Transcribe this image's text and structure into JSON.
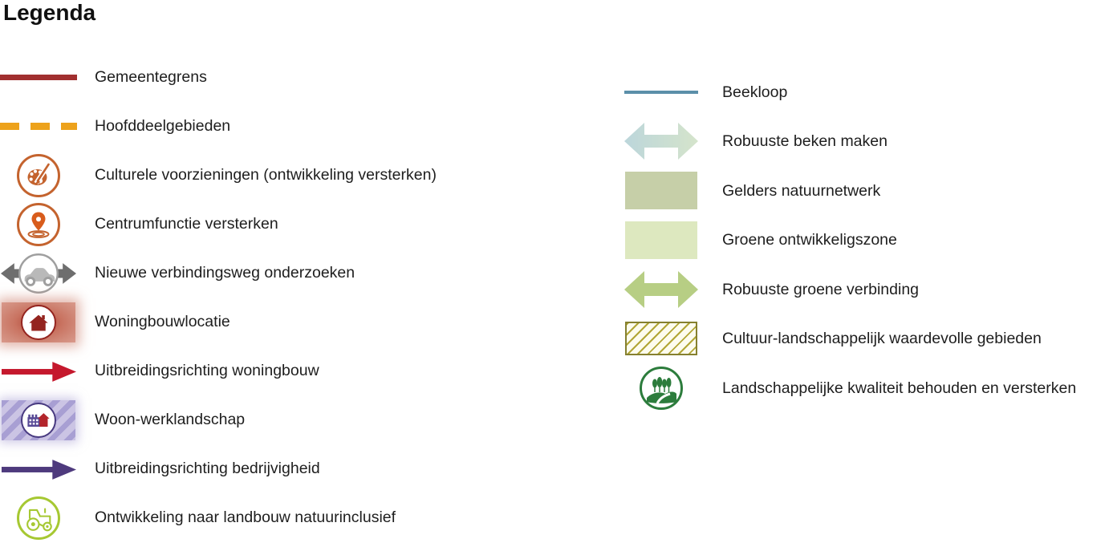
{
  "title": "Legenda",
  "colors": {
    "municipal_border": "#a12f2f",
    "main_areas_dash": "#eda21b",
    "orange_icon_ring": "#c4632e",
    "pin_orange": "#d85c1c",
    "gray_arrow": "#6e6e6e",
    "housing_fill": "#d18a7a",
    "housing_dark_red": "#94241f",
    "red_arrow": "#c5182d",
    "purple_stripe_dark": "#a89fd3",
    "purple_stripe_light": "#cbc4e4",
    "purple_ring": "#483a80",
    "factory_purple": "#584a96",
    "house_red": "#b3252b",
    "purple_arrow": "#4e3a7d",
    "tractor_green": "#a6c832",
    "stream_blue": "#5b8fa9",
    "beken_arrow_gradient": [
      "#bcd6db",
      "#d5e4cb"
    ],
    "natuurnetwerk_green": "#c6cfa8",
    "ontwikkelzone_green": "#dde8bf",
    "groene_verbinding_green": "#b7ce84",
    "hatch_olive": "#b2a636",
    "hatch_border": "#85802f",
    "landscape_green": "#2c7c3c"
  },
  "legend": {
    "left": [
      {
        "icon": "municipal-border-line",
        "label": "Gemeentegrens"
      },
      {
        "icon": "main-areas-dashed-line",
        "label": "Hoofddeelgebieden"
      },
      {
        "icon": "palette-circle",
        "label": "Culturele voorzieningen (ontwikkeling versterken)"
      },
      {
        "icon": "location-pin-circle",
        "label": "Centrumfunctie versterken"
      },
      {
        "icon": "car-double-arrow",
        "label": "Nieuwe verbindingsweg onderzoeken"
      },
      {
        "icon": "housing-location-rect",
        "label": "Woningbouwlocatie"
      },
      {
        "icon": "red-arrow",
        "label": "Uitbreidingsrichting woningbouw"
      },
      {
        "icon": "live-work-striped-rect",
        "label": "Woon-werklandschap"
      },
      {
        "icon": "purple-arrow",
        "label": "Uitbreidingsrichting bedrijvigheid"
      },
      {
        "icon": "tractor-circle",
        "label": "Ontwikkeling naar landbouw natuurinclusief"
      }
    ],
    "right": [
      {
        "icon": "stream-line",
        "label": "Beekloop"
      },
      {
        "icon": "blue-double-arrow",
        "label": "Robuuste beken maken"
      },
      {
        "icon": "sage-green-rect",
        "label": "Gelders natuurnetwerk"
      },
      {
        "icon": "pale-green-rect",
        "label": "Groene ontwikkeligszone"
      },
      {
        "icon": "green-double-arrow",
        "label": "Robuuste groene verbinding"
      },
      {
        "icon": "olive-hatched-rect",
        "label": "Cultuur-landschappelijk waardevolle gebieden"
      },
      {
        "icon": "landscape-trees-circle",
        "label": "Landschappelijke kwaliteit behouden en versterken"
      }
    ]
  }
}
